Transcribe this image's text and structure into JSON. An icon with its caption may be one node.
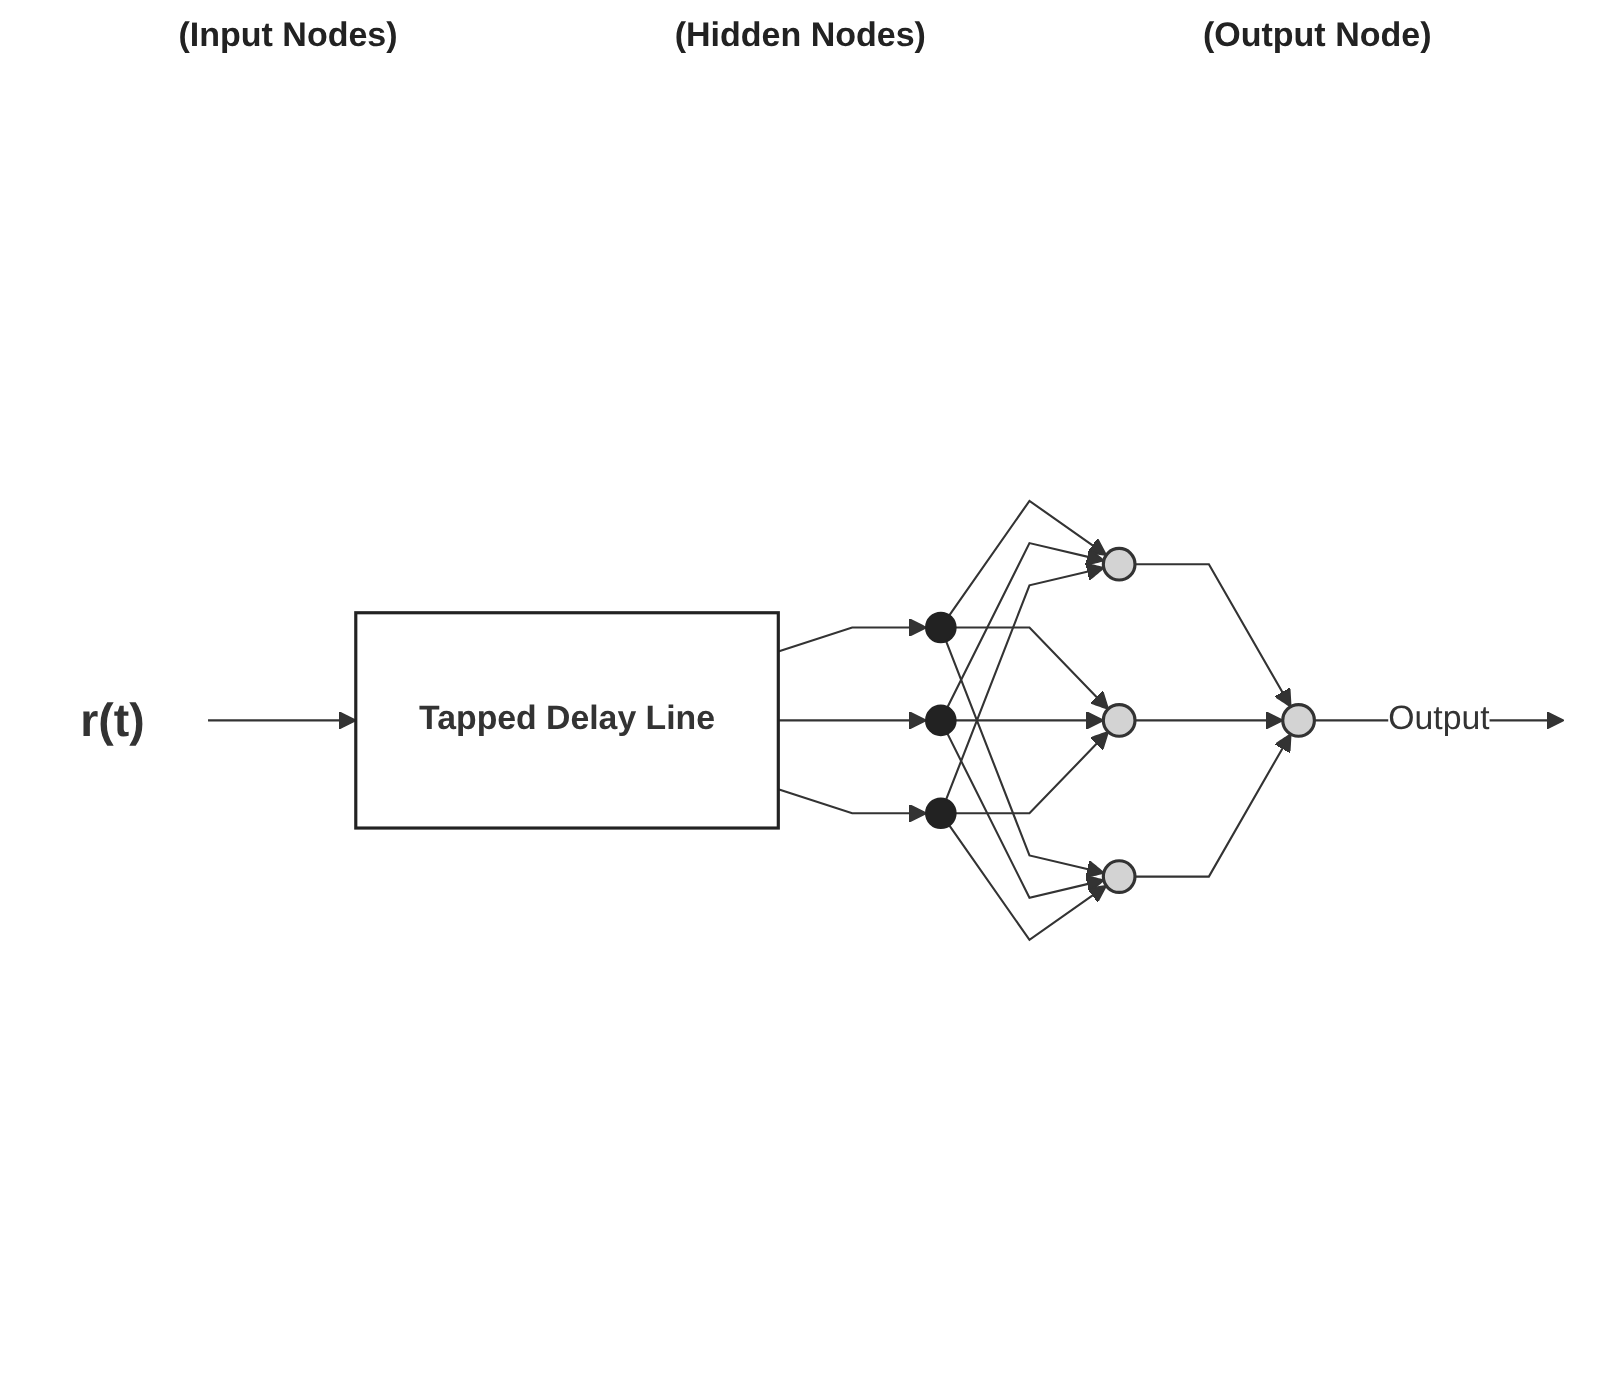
{
  "diagram": {
    "nodes": [
      {
        "text": [
          "r(t)"
        ]
      },
      {
        "text": [
          "Tapped Delay Line"
        ]
      },
      {
        "text": [],
        "shape": "point"
      },
      {
        "text": [],
        "shape": "point"
      },
      {
        "text": [],
        "shape": "point"
      },
      {
        "text": [],
        "shape": "circle"
      },
      {
        "text": [],
        "shape": "circle"
      },
      {
        "text": [],
        "shape": "circle"
      },
      {
        "text": [],
        "shape": "circle"
      }
    ],
    "edges": [
      {
        "from": 0,
        "to": 1,
        "arrow": "to"
      },
      {
        "from": 1,
        "to": 2,
        "arrow": "to"
      },
      {
        "from": 1,
        "to": 3,
        "arrow": "to"
      },
      {
        "from": 1,
        "to": 4,
        "arrow": "to"
      },
      {
        "from": 2,
        "to": 5,
        "arrow": "to"
      },
      {
        "from": 2,
        "to": 6,
        "arrow": "to"
      },
      {
        "from": 2,
        "to": 7,
        "arrow": "to"
      },
      {
        "from": 3,
        "to": 5,
        "arrow": "to"
      },
      {
        "from": 3,
        "to": 6,
        "arrow": "to"
      },
      {
        "from": 3,
        "to": 7,
        "arrow": "to"
      },
      {
        "from": 4,
        "to": 5,
        "arrow": "to"
      },
      {
        "from": 4,
        "to": 6,
        "arrow": "to"
      },
      {
        "from": 4,
        "to": 7,
        "arrow": "to"
      },
      {
        "from": 5,
        "to": 8,
        "arrow": "to"
      },
      {
        "from": 6,
        "to": 8,
        "arrow": "to"
      },
      {
        "from": 7,
        "to": 8,
        "arrow": "to"
      },
      {
        "from": 8,
        "to": null,
        "arrow": "to",
        "label": "Output"
      }
    ],
    "labels": [
      "(Input Nodes)",
      "(Hidden Nodes)",
      "(Output Node)"
    ]
  }
}
